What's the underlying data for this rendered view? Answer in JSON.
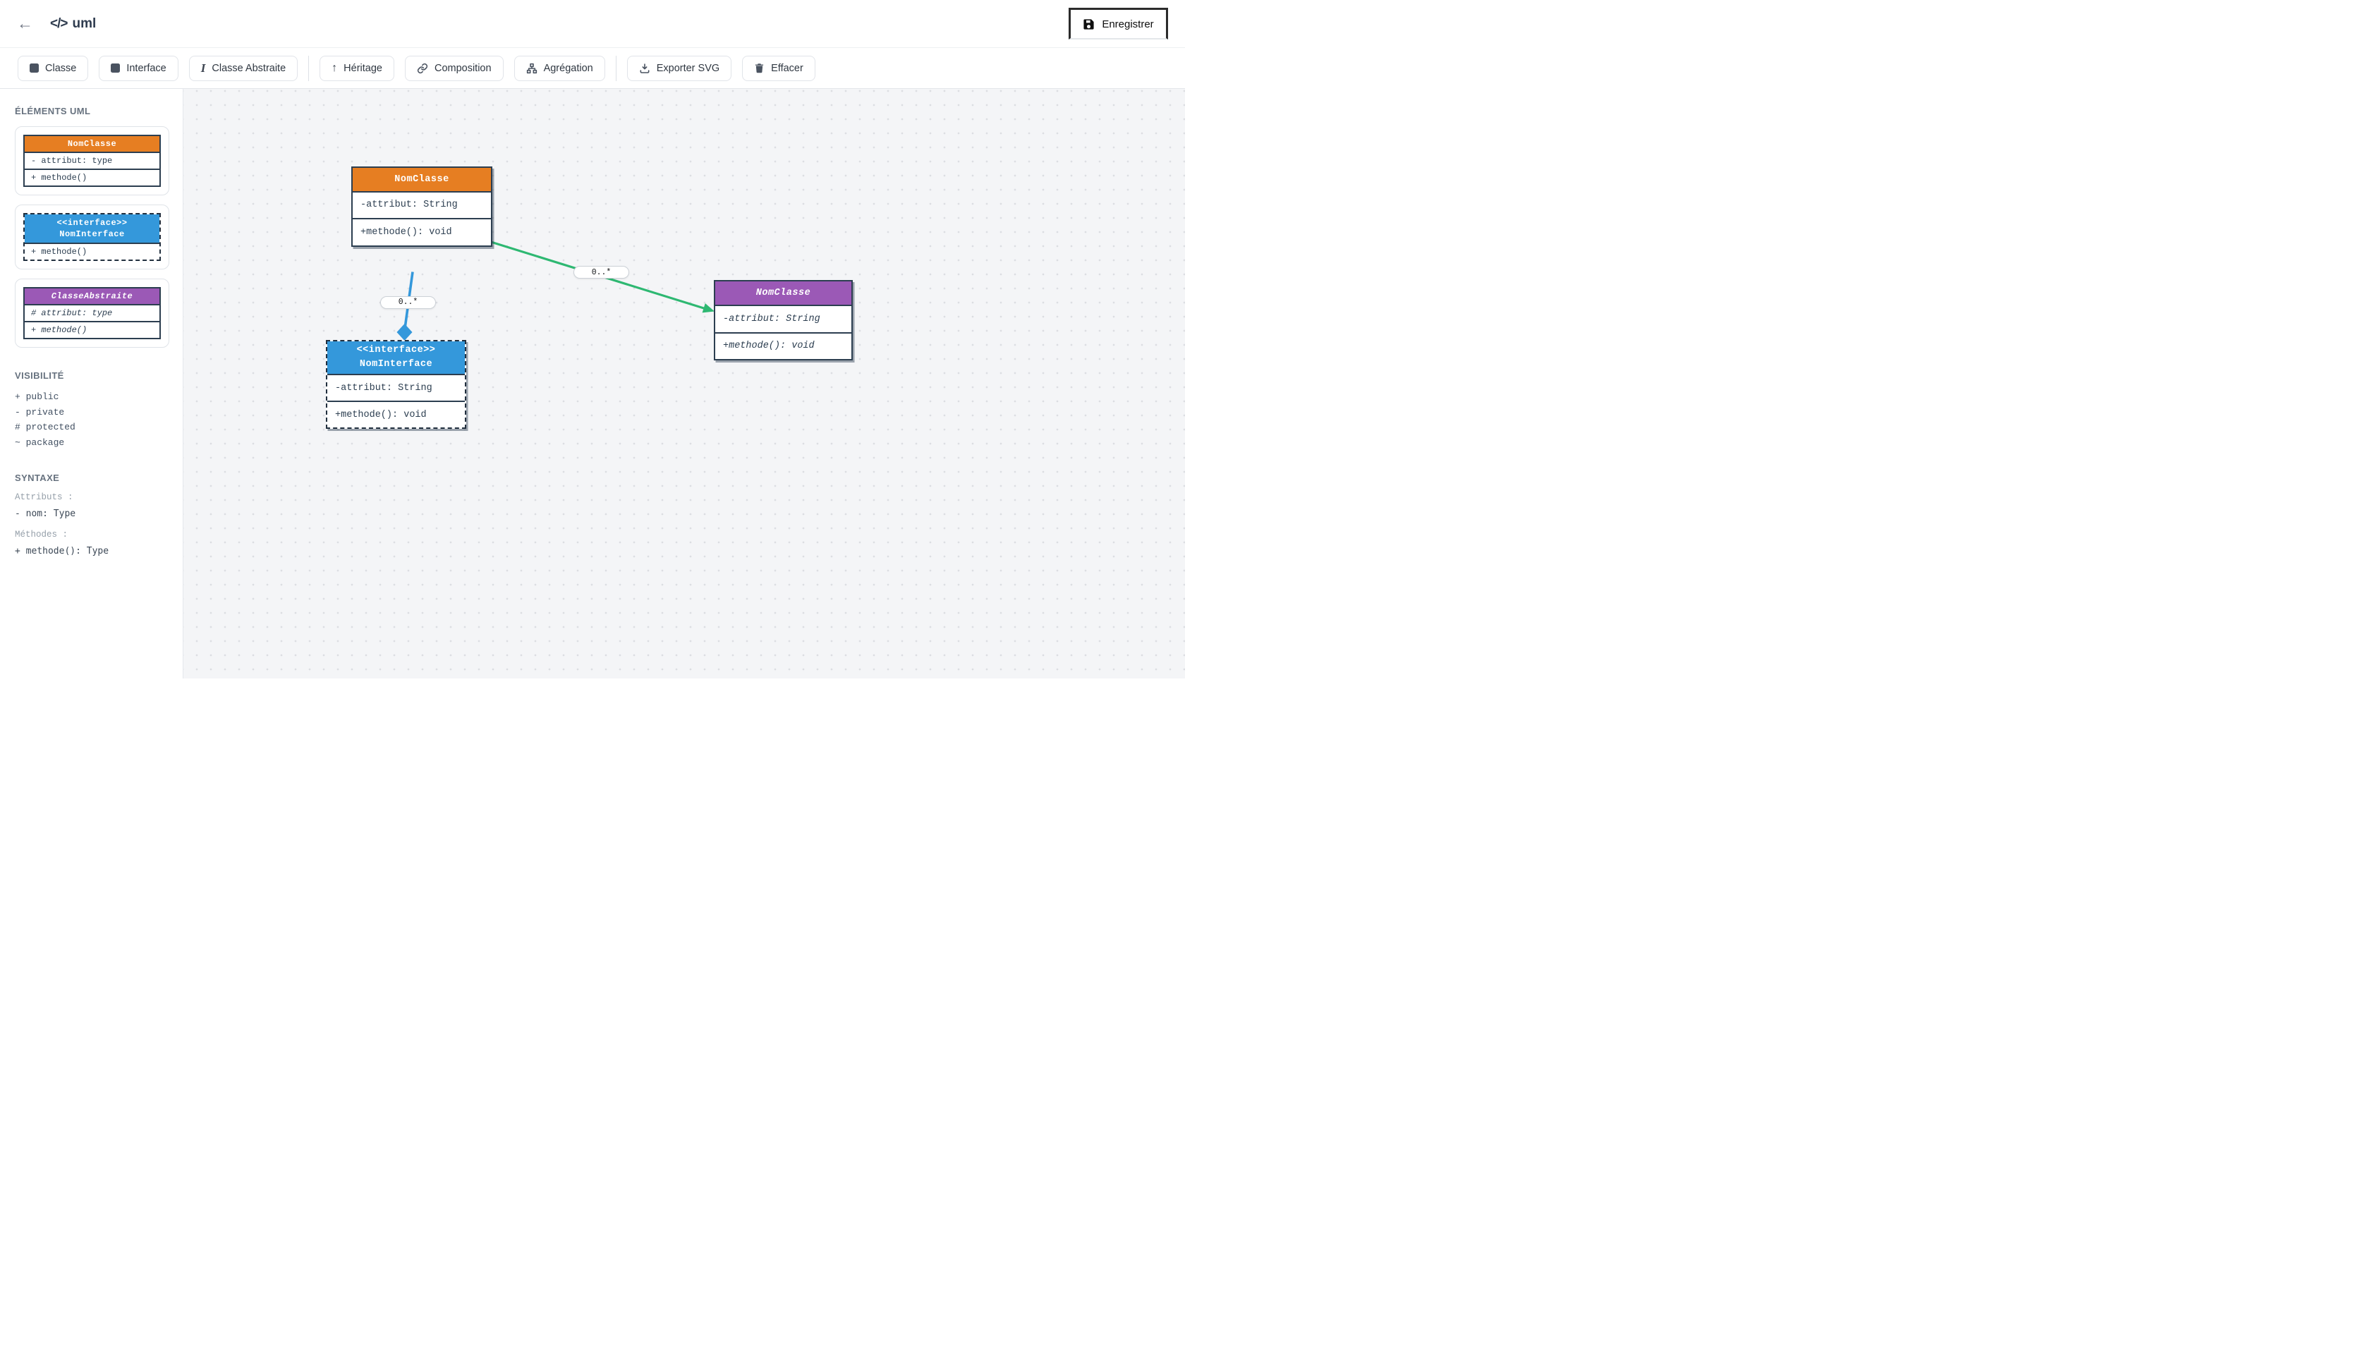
{
  "colors": {
    "class_orange": "#e67e22",
    "interface_blue": "#3498db",
    "abstract_purple": "#9b59b6",
    "association_green": "#2eb872",
    "border_navy": "#2c3e50",
    "canvas_background": "#f4f5f7"
  },
  "header": {
    "back_icon": "←",
    "logo_icon": "</>",
    "title": "uml",
    "save_label": "Enregistrer",
    "save_icon": "floppy-disk"
  },
  "toolbar": {
    "buttons": [
      {
        "id": "classe",
        "icon": "square-icon",
        "label": "Classe"
      },
      {
        "id": "interface",
        "icon": "square-icon",
        "label": "Interface"
      },
      {
        "id": "classe-abstraite",
        "icon": "italic-i-icon",
        "label": "Classe Abstraite"
      },
      {
        "id": "heritage",
        "icon": "arrow-up-icon",
        "label": "Héritage",
        "arrow_glyph": "↑"
      },
      {
        "id": "composition",
        "icon": "link-icon",
        "label": "Composition"
      },
      {
        "id": "agregation",
        "icon": "sitemap-icon",
        "label": "Agrégation"
      },
      {
        "id": "exporter-svg",
        "icon": "download-icon",
        "label": "Exporter SVG"
      },
      {
        "id": "effacer",
        "icon": "trash-icon",
        "label": "Effacer"
      }
    ]
  },
  "sidebar": {
    "elements_title": "ÉLÉMENTS UML",
    "class_template": {
      "title": "NomClasse",
      "attribute": "- attribut: type",
      "method": "+ methode()"
    },
    "interface_template": {
      "stereotype": "<<interface>>",
      "title": "NomInterface",
      "method": "+ methode()"
    },
    "abstract_template": {
      "title": "ClasseAbstraite",
      "attribute": "# attribut: type",
      "method": "+ methode()"
    },
    "visibility_title": "VISIBILITÉ",
    "visibility_items": [
      "+ public",
      "- private",
      "# protected",
      "~ package"
    ],
    "syntax_title": "SYNTAXE",
    "syntax": {
      "attributes_label": "Attributs :",
      "attributes_example": "- nom: Type",
      "methods_label": "Méthodes :",
      "methods_example": "+ methode(): Type"
    }
  },
  "canvas": {
    "boxes": [
      {
        "type": "class",
        "title": "NomClasse",
        "attribute": "-attribut: String",
        "method": "+methode(): void"
      },
      {
        "type": "abstract-class",
        "title": "NomClasse",
        "attribute": "-attribut: String",
        "method": "+methode(): void"
      },
      {
        "type": "interface",
        "stereotype": "<<interface>>",
        "title": "NomInterface",
        "attribute": "-attribut: String",
        "method": "+methode(): void"
      }
    ],
    "connections": [
      {
        "type": "association-arrow",
        "color": "#2eb872",
        "label": "0..*"
      },
      {
        "type": "composition-diamond",
        "color": "#3498db",
        "label": "0..*"
      }
    ]
  }
}
